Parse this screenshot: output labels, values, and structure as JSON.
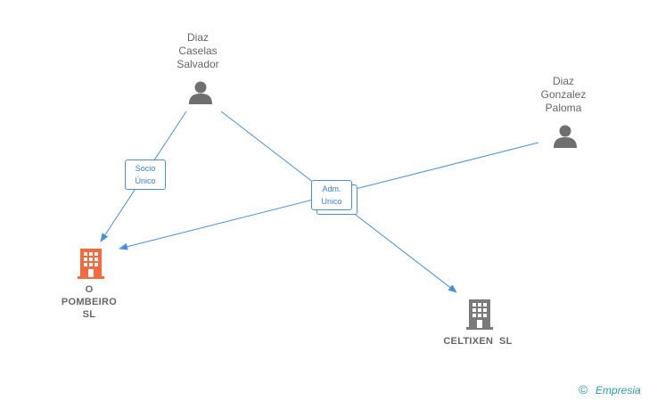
{
  "nodes": {
    "person1": {
      "line1": "Diaz",
      "line2": "Caselas",
      "line3": "Salvador"
    },
    "person2": {
      "line1": "Diaz",
      "line2": "Gonzalez",
      "line3": "Paloma"
    },
    "company1": {
      "line1": "O",
      "line2": "POMBEIRO",
      "line3": "SL",
      "color": "#f26a3d"
    },
    "company2": {
      "line1": "CELTIXEN  SL",
      "color": "#7a7a7a"
    }
  },
  "edges": {
    "socio": {
      "line1": "Socio",
      "line2": "Único"
    },
    "adm": {
      "line1": "Adm.",
      "line2": "Unico"
    }
  },
  "colors": {
    "edge": "#4a90d9",
    "person": "#6f6f6f"
  },
  "footer": {
    "copyright": "©",
    "brand": "Empresia"
  }
}
